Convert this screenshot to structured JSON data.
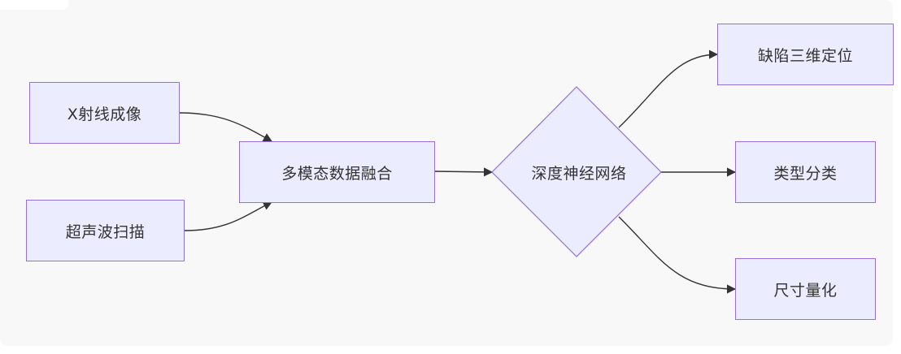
{
  "diagram": {
    "nodes": {
      "xray": "X射线成像",
      "ultrasound": "超声波扫描",
      "fusion": "多模态数据融合",
      "dnn": "深度神经网络",
      "locate": "缺陷三维定位",
      "classify": "类型分类",
      "measure": "尺寸量化"
    },
    "edges": [
      {
        "from": "xray",
        "to": "fusion"
      },
      {
        "from": "ultrasound",
        "to": "fusion"
      },
      {
        "from": "fusion",
        "to": "dnn"
      },
      {
        "from": "dnn",
        "to": "locate"
      },
      {
        "from": "dnn",
        "to": "classify"
      },
      {
        "from": "dnn",
        "to": "measure"
      }
    ],
    "colors": {
      "node_fill": "#ececff",
      "node_border": "#9370db",
      "edge": "#333333",
      "background": "#f8f8f8"
    }
  }
}
